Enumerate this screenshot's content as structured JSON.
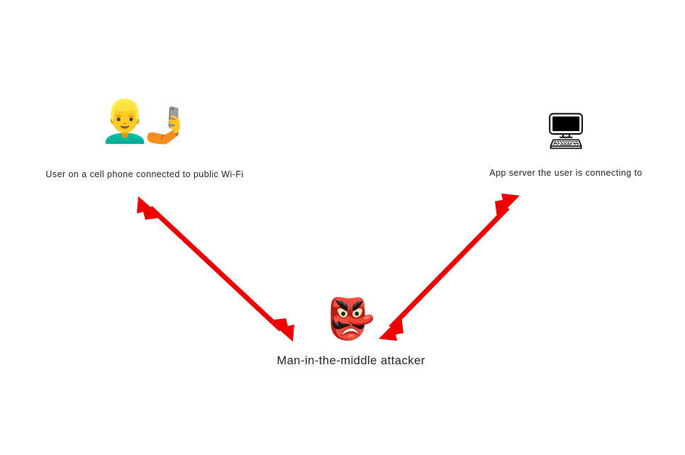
{
  "diagram": {
    "title": "Man-in-the-middle attack diagram",
    "background_color": "#ffffff",
    "arrow_color": "#ee0000",
    "text_color": "#1b1b1b",
    "nodes": [
      {
        "id": "user",
        "icon": "person-with-phone-icon",
        "glyph_person": "👱‍♂️",
        "glyph_phone": "🤳",
        "label": "User on a cell phone connected to public Wi-Fi"
      },
      {
        "id": "server",
        "icon": "desktop-computer-icon",
        "glyph": "🖥",
        "label": "App server the user is connecting to"
      },
      {
        "id": "attacker",
        "icon": "goblin-mask-icon",
        "glyph": "👺",
        "label": "Man-in-the-middle attacker"
      }
    ],
    "connectors": [
      {
        "id": "user-attacker",
        "from": "user",
        "to": "attacker",
        "style": "double-headed-arrow",
        "color": "#ee0000"
      },
      {
        "id": "attacker-server",
        "from": "attacker",
        "to": "server",
        "style": "double-headed-arrow",
        "color": "#ee0000"
      }
    ]
  }
}
